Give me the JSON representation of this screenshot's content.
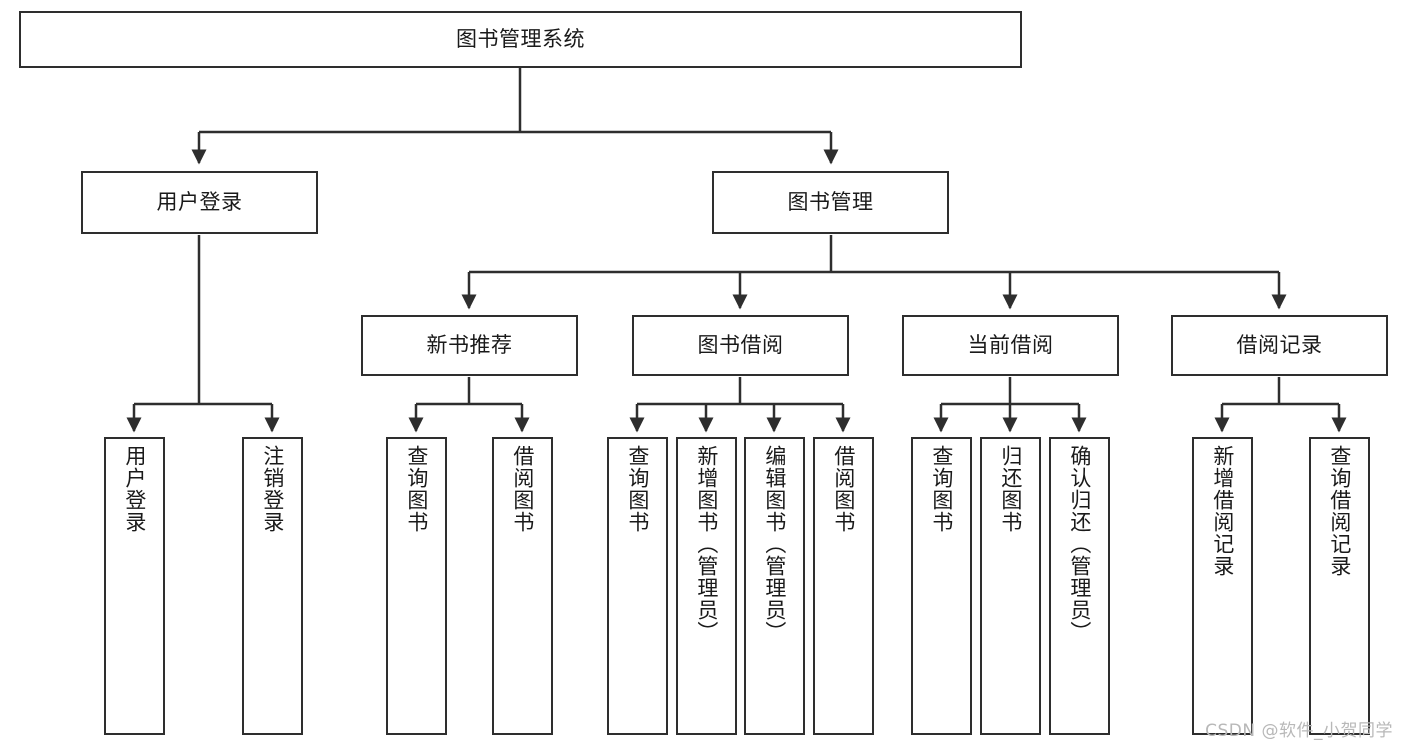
{
  "diagram": {
    "title": "图书管理系统",
    "type": "tree-hierarchy",
    "root": {
      "label": "图书管理系统"
    },
    "level2": [
      {
        "label": "用户登录"
      },
      {
        "label": "图书管理"
      }
    ],
    "level3": [
      {
        "label": "新书推荐"
      },
      {
        "label": "图书借阅"
      },
      {
        "label": "当前借阅"
      },
      {
        "label": "借阅记录"
      }
    ],
    "leaves": {
      "user_login": [
        {
          "label": "用户登录"
        },
        {
          "label": "注销登录"
        }
      ],
      "new_book_recommend": [
        {
          "label": "查询图书"
        },
        {
          "label": "借阅图书"
        }
      ],
      "book_borrow": [
        {
          "label": "查询图书"
        },
        {
          "label": "新增图书（管理员）"
        },
        {
          "label": "编辑图书（管理员）"
        },
        {
          "label": "借阅图书"
        }
      ],
      "current_borrow": [
        {
          "label": "查询图书"
        },
        {
          "label": "归还图书"
        },
        {
          "label": "确认归还（管理员）"
        }
      ],
      "borrow_record": [
        {
          "label": "新增借阅记录"
        },
        {
          "label": "查询借阅记录"
        }
      ]
    }
  },
  "watermark": {
    "text": "CSDN @软件_小贺同学"
  },
  "colors": {
    "background": "#ffffff",
    "border": "#2e2e2e",
    "text": "#1a1a1a",
    "edge": "#2e2e2e",
    "watermark": "#b8b8b8"
  }
}
